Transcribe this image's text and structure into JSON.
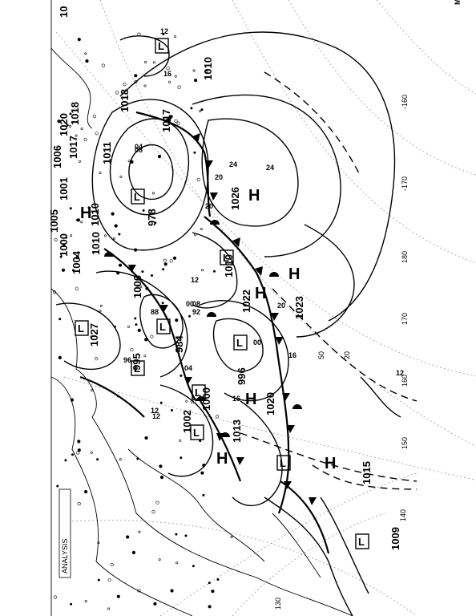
{
  "map": {
    "title": "Surface pressure analysis - North Pacific",
    "corner_labels": {
      "top_left": "10",
      "top_right": "MO"
    },
    "longitude_labels": [
      "-160",
      "-170",
      "180",
      "170",
      "160",
      "150",
      "140",
      "130"
    ],
    "latitude_labels": [
      "50",
      "20"
    ],
    "pressure_centers": [
      {
        "type": "H",
        "value": "1026",
        "boxed": false
      },
      {
        "type": "H",
        "value": "1023",
        "boxed": false
      },
      {
        "type": "H",
        "value": "1022",
        "boxed": false
      },
      {
        "type": "H",
        "value": "1020",
        "boxed": false
      },
      {
        "type": "H",
        "value": "1013",
        "boxed": false
      },
      {
        "type": "H",
        "value": "1010",
        "boxed": false
      },
      {
        "type": "H",
        "value": "1015",
        "boxed": false
      },
      {
        "type": "L",
        "value": "1010",
        "boxed": true
      },
      {
        "type": "L",
        "value": "996",
        "boxed": true
      },
      {
        "type": "L",
        "value": "984",
        "boxed": true
      },
      {
        "type": "L",
        "value": "978",
        "boxed": true
      },
      {
        "type": "L",
        "value": "995",
        "boxed": true
      },
      {
        "type": "L",
        "value": "1000",
        "boxed": true
      },
      {
        "type": "L",
        "value": "1002",
        "boxed": true
      },
      {
        "type": "L",
        "value": "1009",
        "boxed": true
      },
      {
        "type": "L",
        "value": "1006",
        "boxed": true
      },
      {
        "type": "L",
        "value": "1004",
        "boxed": true
      },
      {
        "type": "L",
        "value": "1027",
        "boxed": true
      },
      {
        "type": "L",
        "value": "1010",
        "boxed": true
      }
    ],
    "left_column_labels": [
      "1020",
      "1018",
      "1017",
      "1006",
      "1001",
      "1005",
      "1000",
      "1004",
      "1010",
      "1018",
      "1011",
      "1017"
    ],
    "isobar_labels": [
      "24",
      "24",
      "20",
      "20",
      "16",
      "16",
      "12",
      "12",
      "12",
      "08",
      "08",
      "04",
      "04",
      "00",
      "00",
      "96",
      "92",
      "88",
      "12",
      "16",
      "20",
      "12"
    ],
    "legend_box_text": "ANALYSIS"
  },
  "colors": {
    "ink": "#000000",
    "grid": "#9a9a9a",
    "paper": "#ffffff"
  }
}
